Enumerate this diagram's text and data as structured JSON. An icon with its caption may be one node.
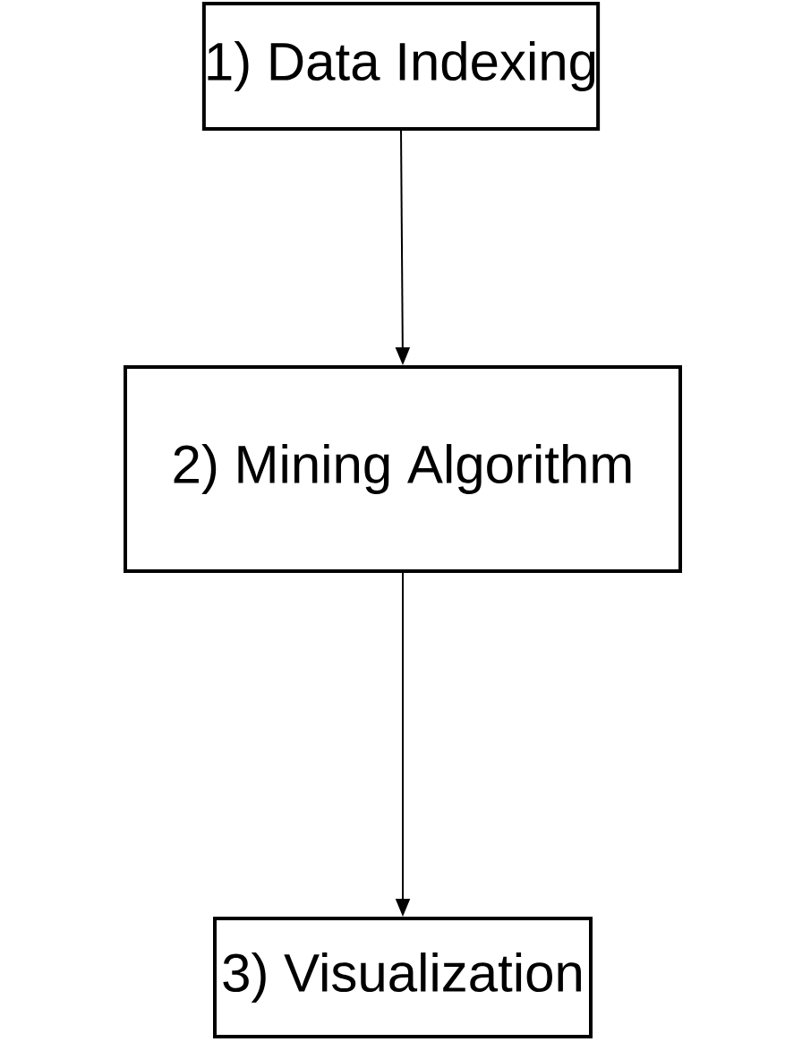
{
  "diagram": {
    "nodes": [
      {
        "text": [
          "1) Data Indexing"
        ]
      },
      {
        "text": [
          "2) Mining Algorithm"
        ]
      },
      {
        "text": [
          "3) Visualization"
        ]
      }
    ],
    "edges": [
      {
        "from": 0,
        "to": 1,
        "arrow": "to"
      },
      {
        "from": 1,
        "to": 2,
        "arrow": "to"
      }
    ]
  }
}
